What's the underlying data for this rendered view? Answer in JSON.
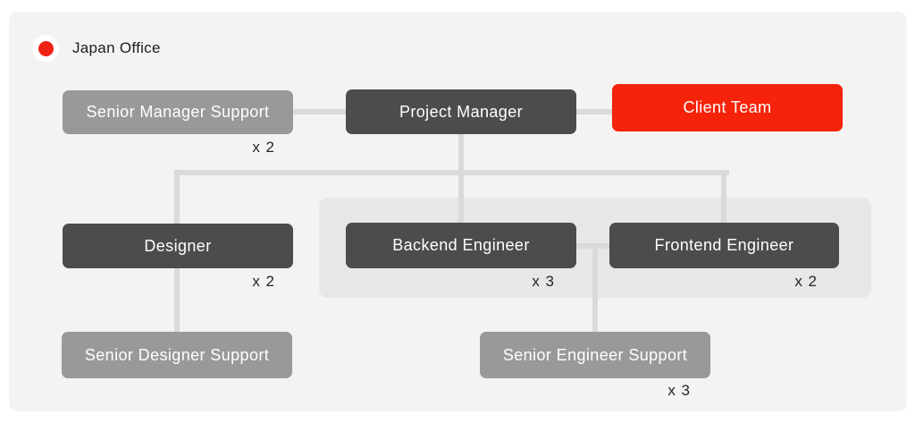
{
  "legend": {
    "label": "Japan Office"
  },
  "nodes": {
    "senior_manager_support": {
      "label": "Senior Manager Support",
      "multiplier": "x 2"
    },
    "project_manager": {
      "label": "Project Manager"
    },
    "client_team": {
      "label": "Client Team"
    },
    "designer": {
      "label": "Designer",
      "multiplier": "x 2"
    },
    "backend_engineer": {
      "label": "Backend Engineer",
      "multiplier": "x 3"
    },
    "frontend_engineer": {
      "label": "Frontend Engineer",
      "multiplier": "x 2"
    },
    "senior_designer_support": {
      "label": "Senior Designer Support"
    },
    "senior_engineer_support": {
      "label": "Senior Engineer Support",
      "multiplier": "x 3"
    }
  },
  "colors": {
    "accent_red": "#f6230b",
    "legend_dot_red": "#ee2114",
    "dark_node": "#4d4c4b",
    "support_node": "#9b9998",
    "connector_line": "#dcdad8",
    "card_background": "#f4f3f1",
    "group_panel": "#e9e7e5"
  }
}
